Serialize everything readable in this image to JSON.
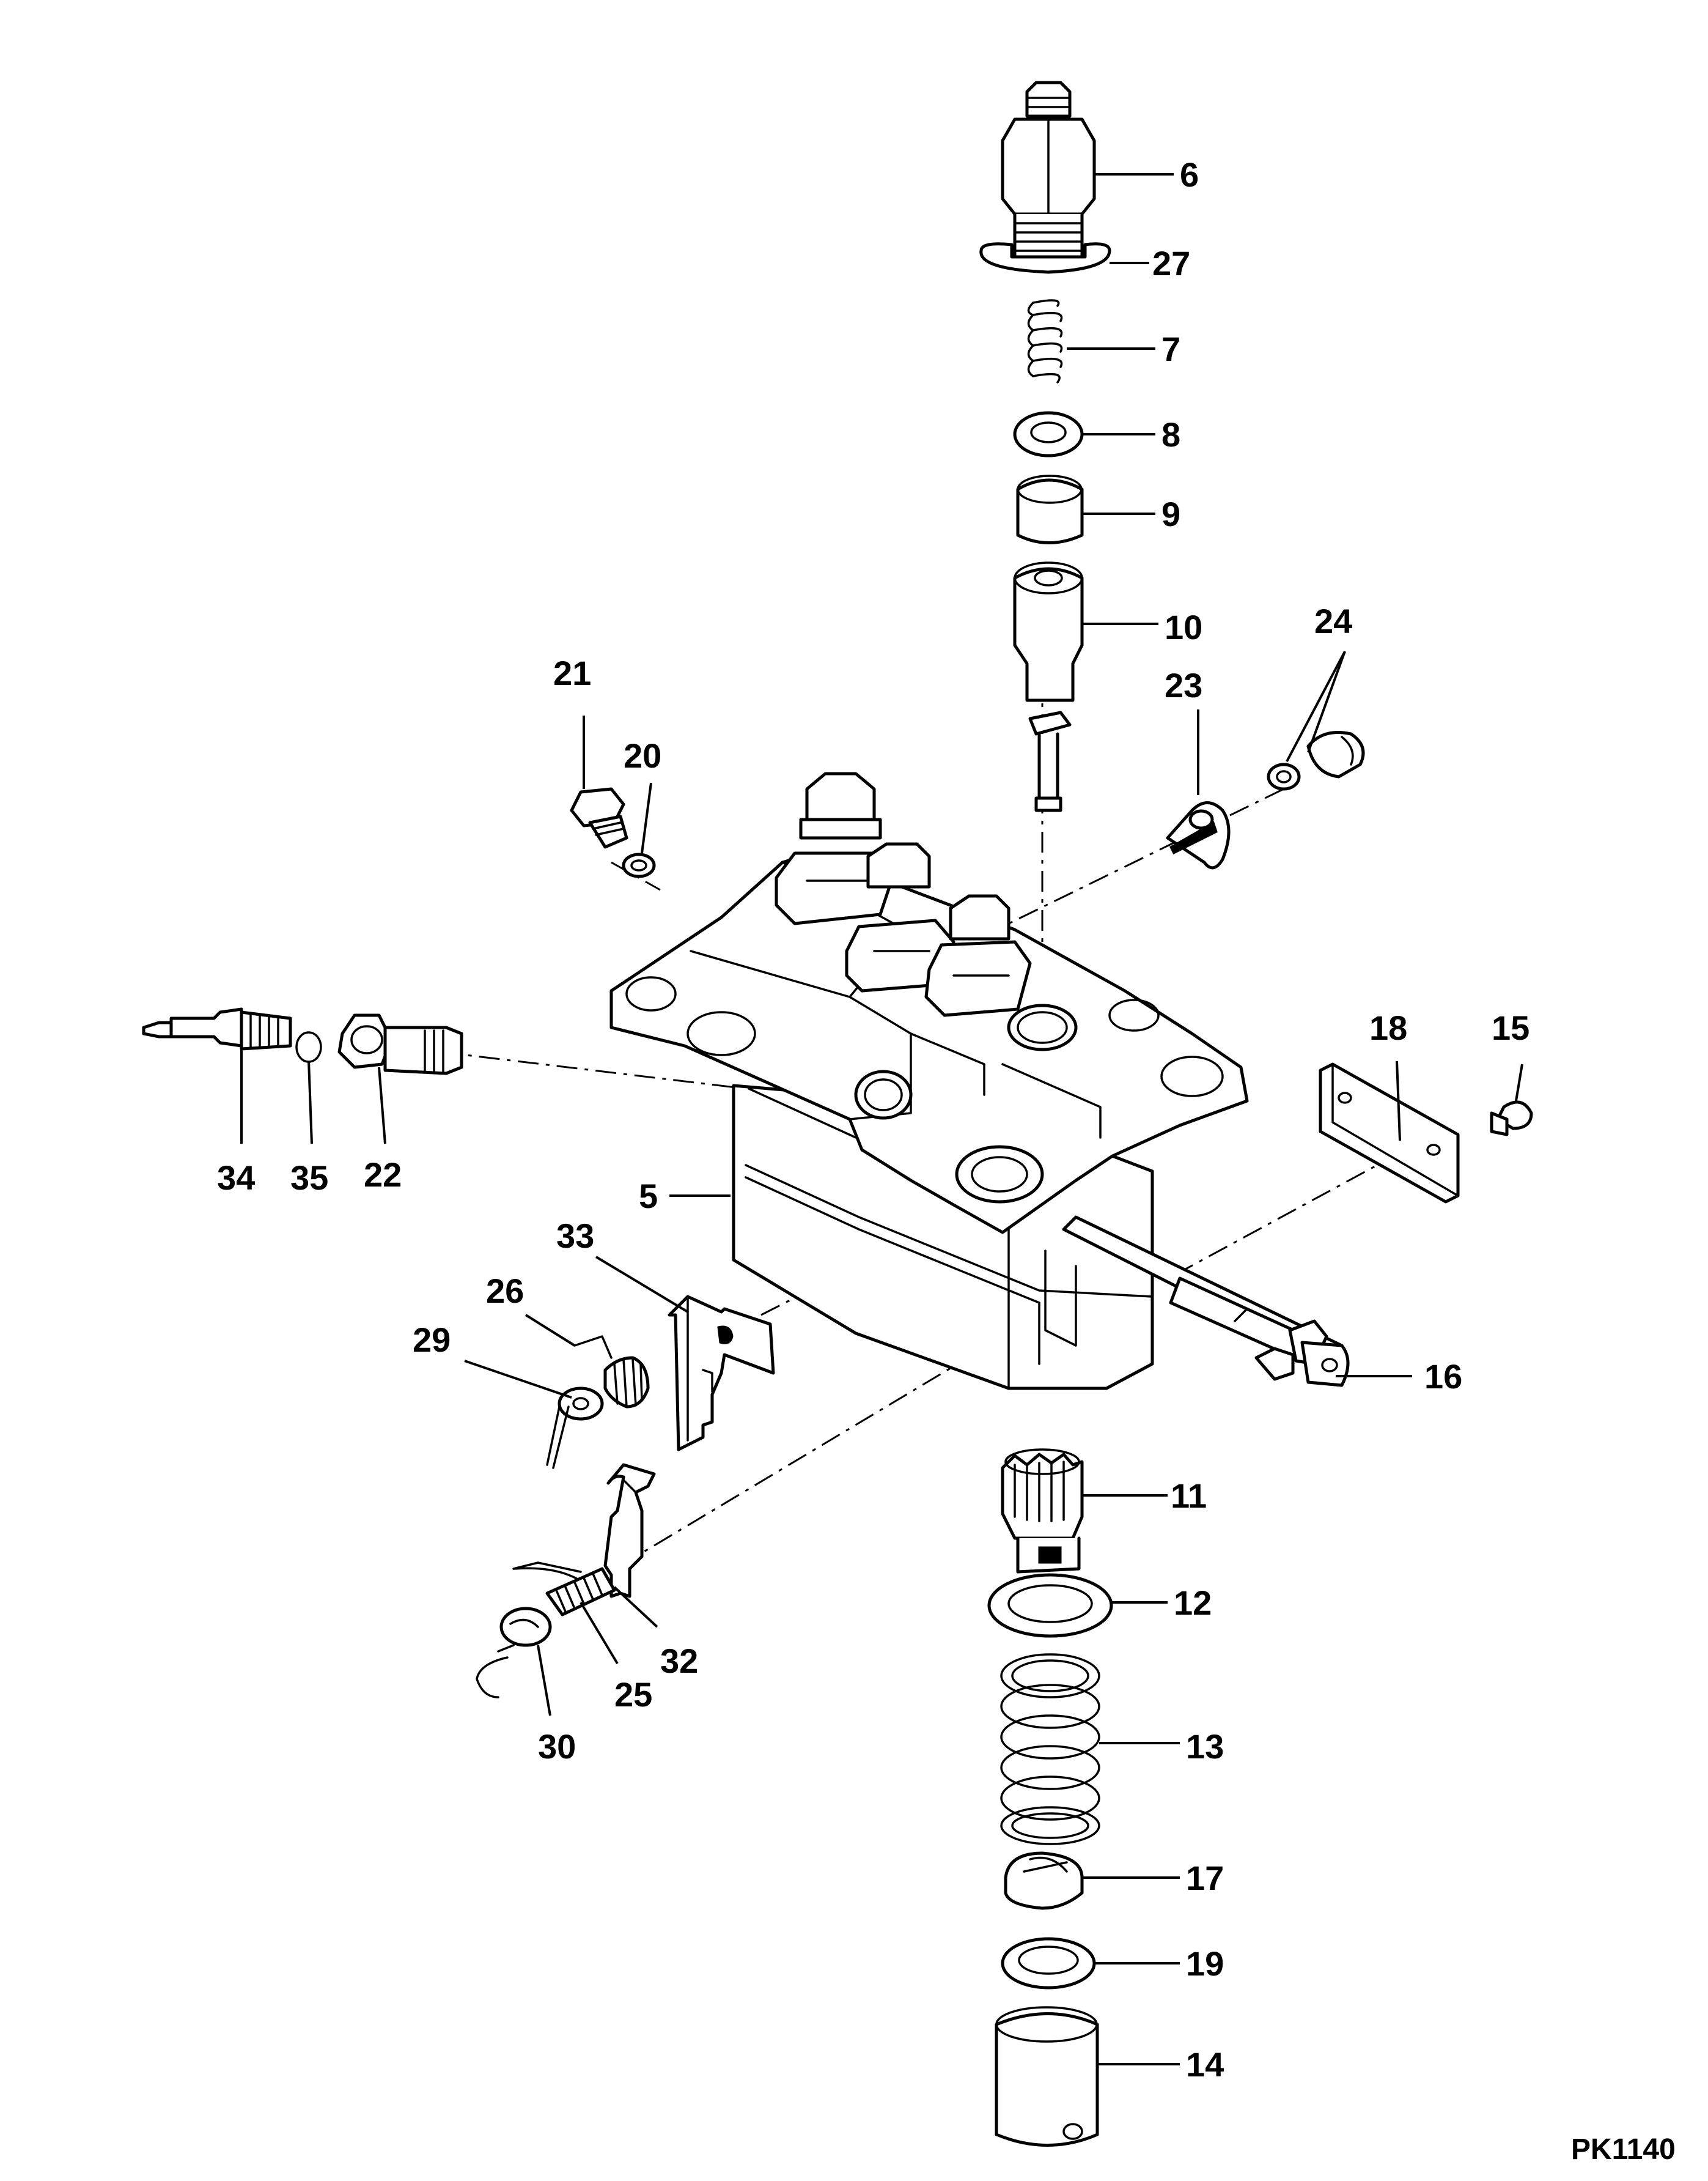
{
  "figure_code": "PK1140",
  "callouts": [
    {
      "id": "6",
      "label": "6"
    },
    {
      "id": "27",
      "label": "27"
    },
    {
      "id": "7",
      "label": "7"
    },
    {
      "id": "8",
      "label": "8"
    },
    {
      "id": "9",
      "label": "9"
    },
    {
      "id": "10",
      "label": "10"
    },
    {
      "id": "24",
      "label": "24"
    },
    {
      "id": "23",
      "label": "23"
    },
    {
      "id": "21",
      "label": "21"
    },
    {
      "id": "20",
      "label": "20"
    },
    {
      "id": "18",
      "label": "18"
    },
    {
      "id": "15",
      "label": "15"
    },
    {
      "id": "34",
      "label": "34"
    },
    {
      "id": "35",
      "label": "35"
    },
    {
      "id": "22",
      "label": "22"
    },
    {
      "id": "5",
      "label": "5"
    },
    {
      "id": "33",
      "label": "33"
    },
    {
      "id": "26",
      "label": "26"
    },
    {
      "id": "29",
      "label": "29"
    },
    {
      "id": "16",
      "label": "16"
    },
    {
      "id": "11",
      "label": "11"
    },
    {
      "id": "12",
      "label": "12"
    },
    {
      "id": "32",
      "label": "32"
    },
    {
      "id": "25",
      "label": "25"
    },
    {
      "id": "30",
      "label": "30"
    },
    {
      "id": "13",
      "label": "13"
    },
    {
      "id": "17",
      "label": "17"
    },
    {
      "id": "19",
      "label": "19"
    },
    {
      "id": "14",
      "label": "14"
    }
  ]
}
